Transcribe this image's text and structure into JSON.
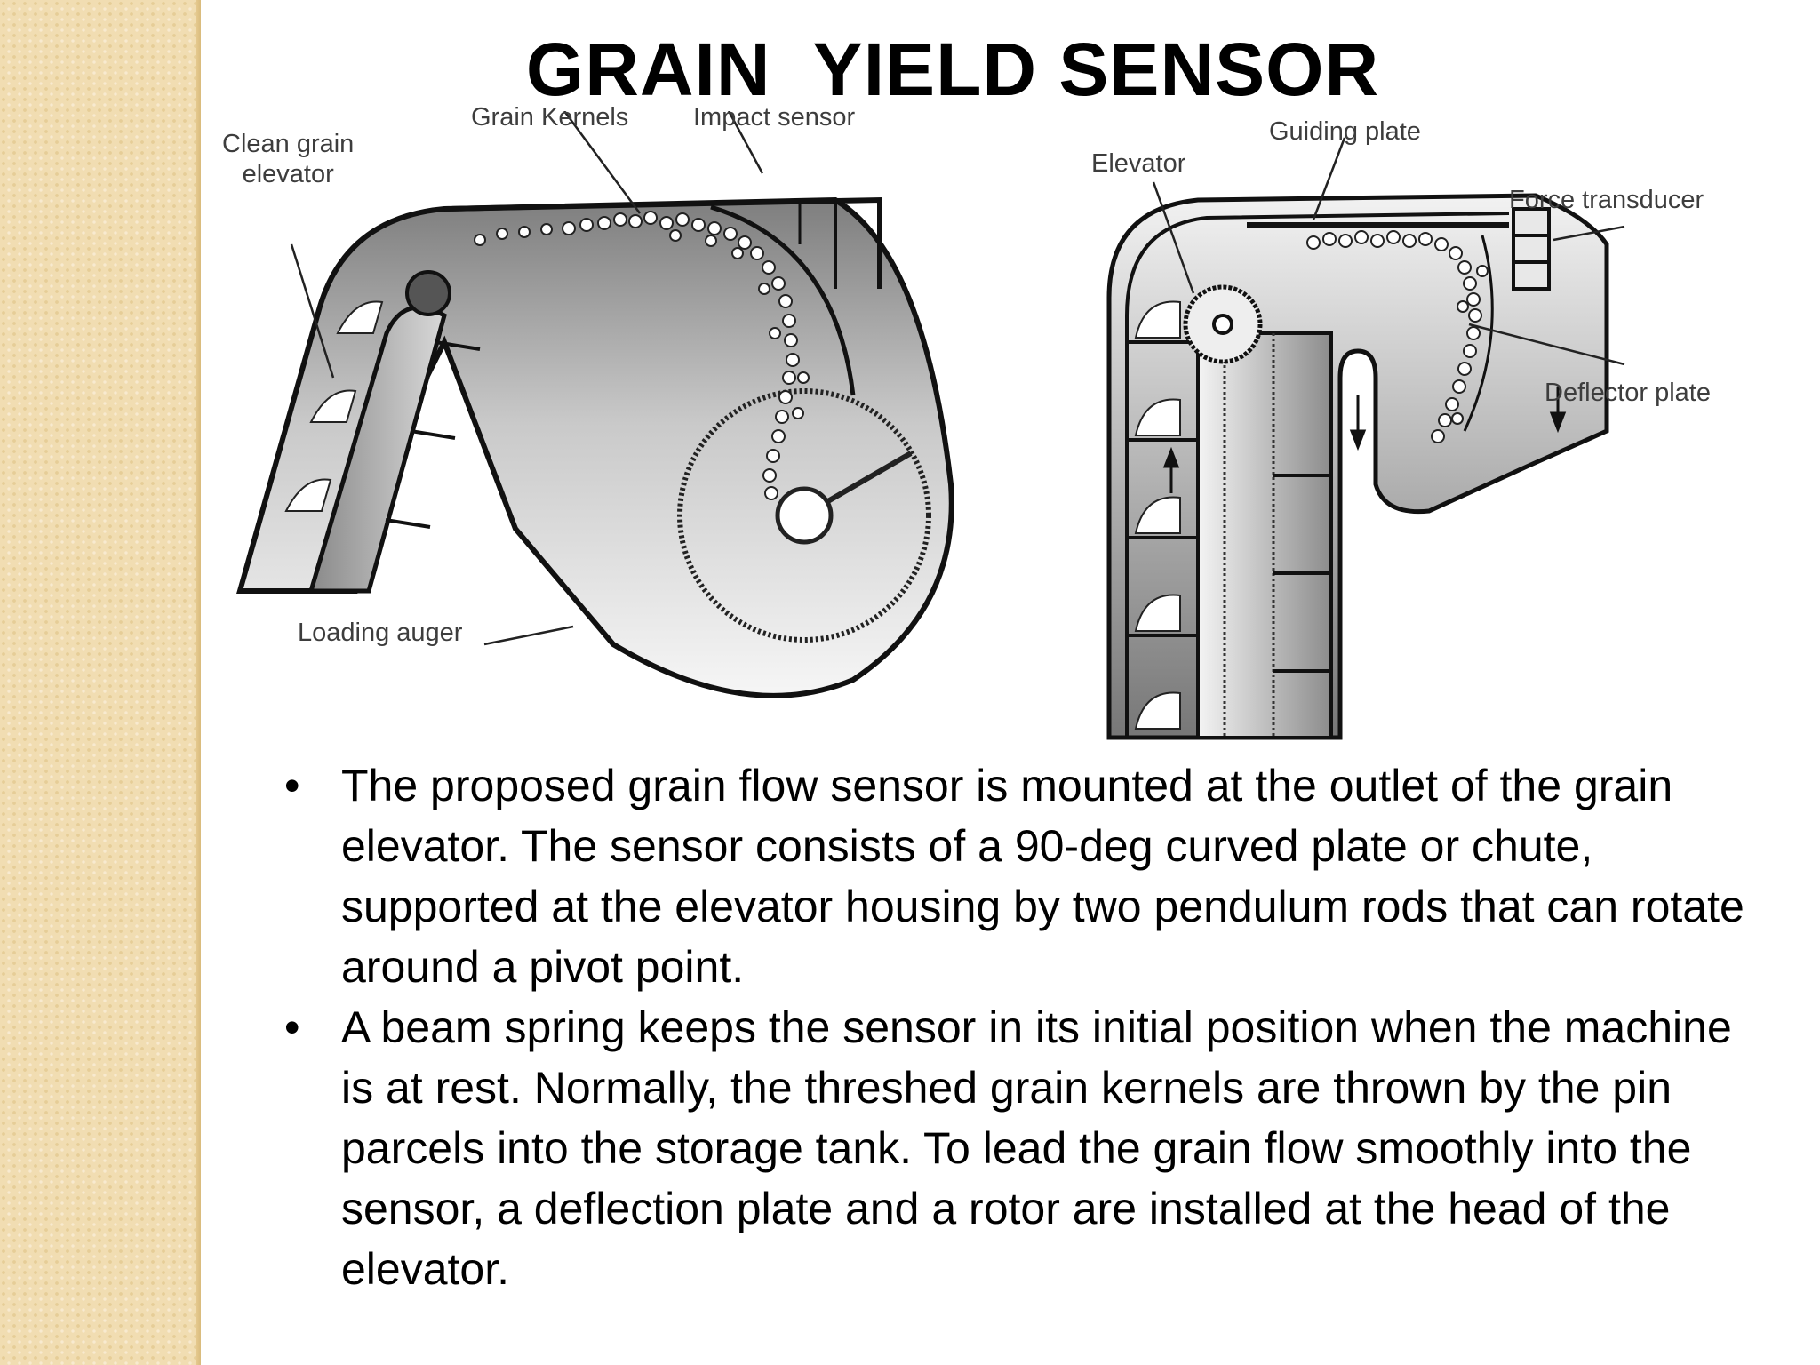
{
  "slide": {
    "title": "GRAIN  YIELD SENSOR"
  },
  "figure_left": {
    "labels": {
      "clean_grain_elevator": "Clean grain\nelevator",
      "grain_kernels": "Grain Kernels",
      "impact_sensor": "Impact sensor",
      "loading_auger": "Loading auger"
    }
  },
  "figure_right": {
    "labels": {
      "elevator": "Elevator",
      "guiding_plate": "Guiding plate",
      "force_transducer": "Force transducer",
      "deflector_plate": "Deflector plate"
    }
  },
  "bullets": [
    "The proposed grain flow sensor is mounted at the outlet of the grain elevator.  The sensor consists of a 90-deg curved plate or chute, supported at the elevator housing by two pendulum rods that can rotate around a pivot point.",
    "A beam spring keeps the sensor in its initial position when the machine is at rest. Normally, the threshed grain kernels are thrown by the pin parcels into the storage tank. To lead the grain flow smoothly into the sensor, a deflection plate and a rotor are installed at the head of the elevator."
  ],
  "bullet_marker": "•",
  "colors": {
    "side_strip": "#f1ddb2",
    "housing_light": "#f4f4f4",
    "housing_dark": "#7c7c7c",
    "label_text": "#3d3d3d"
  }
}
